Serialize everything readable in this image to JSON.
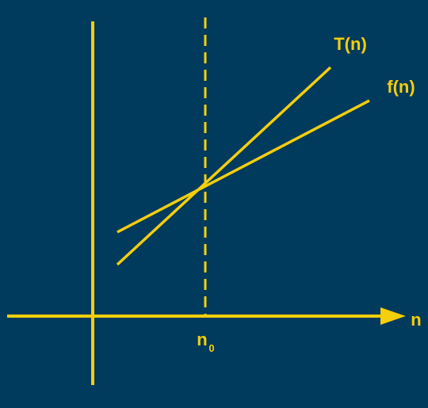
{
  "diagram": {
    "colors": {
      "background": "#003a5c",
      "stroke": "#f5ce0c"
    },
    "labels": {
      "t_line": "T(n)",
      "f_line": "f(n)",
      "x_axis": "n",
      "threshold": "n",
      "threshold_subscript": "0"
    }
  }
}
